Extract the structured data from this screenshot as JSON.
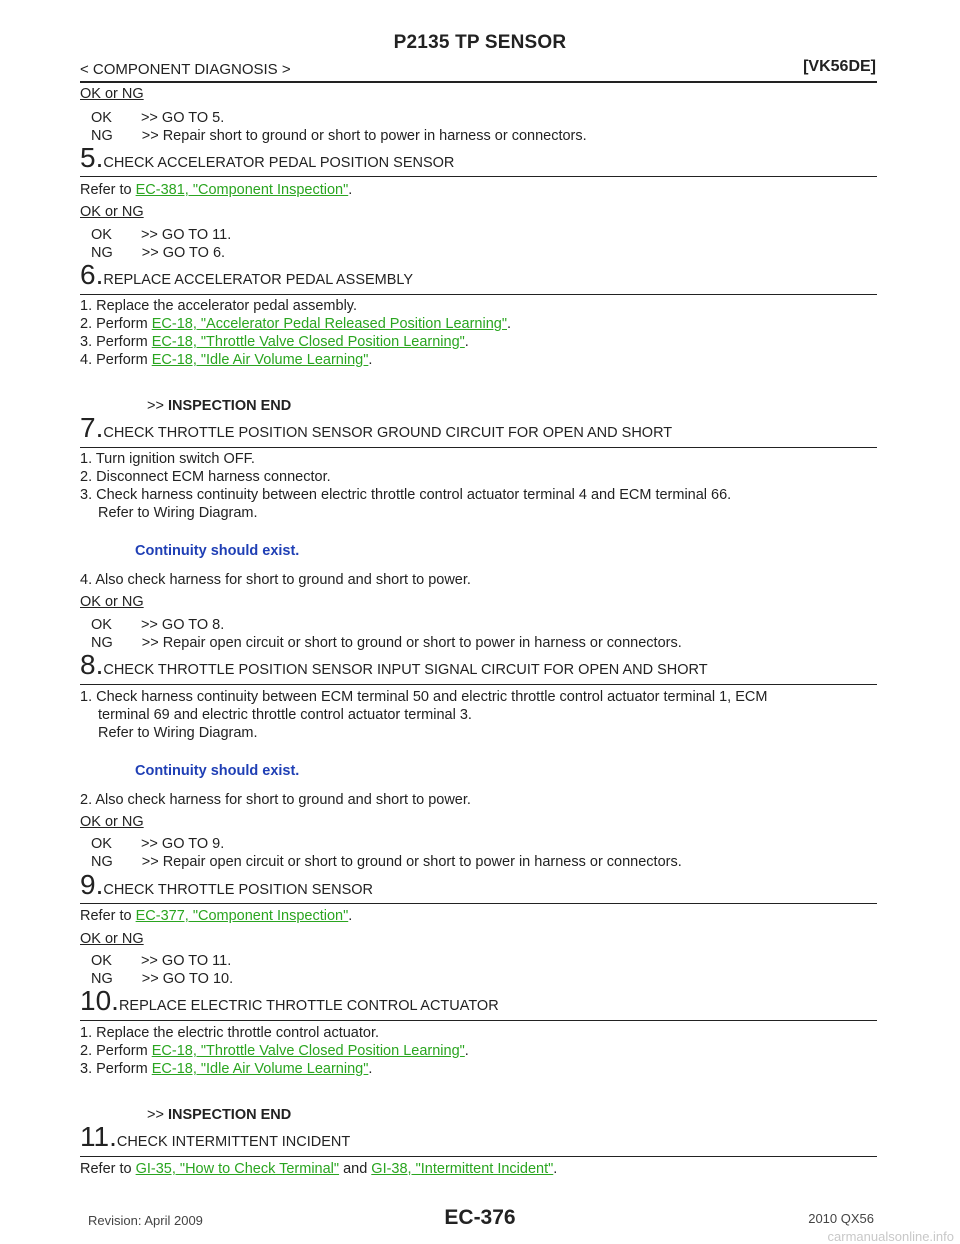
{
  "header": {
    "title": "P2135 TP SENSOR",
    "section": "< COMPONENT DIAGNOSIS >",
    "engine": "[VK56DE]"
  },
  "content": {
    "ok_ng_top": "OK or NG",
    "ok_top": "OK  >> GO TO 5.",
    "ng_top": "NG  >> Repair short to ground or short to power in harness or connectors.",
    "s5_num": "5.",
    "s5_title": "CHECK ACCELERATOR PEDAL POSITION SENSOR",
    "s5_refer": "Refer to ",
    "s5_link": "EC-381, \"Component Inspection\"",
    "s5_ok_ng": "OK or NG",
    "s5_ok": "OK  >> GO TO 11.",
    "s5_ng": "NG  >> GO TO 6.",
    "s6_num": "6.",
    "s6_title": "REPLACE ACCELERATOR PEDAL ASSEMBLY",
    "s6_i1": "1. Replace the accelerator pedal assembly.",
    "s6_i2_pre": "2. Perform ",
    "s6_i2_link": "EC-18, \"Accelerator Pedal Released Position Learning\"",
    "s6_i3_pre": "3. Perform ",
    "s6_i3_link": "EC-18, \"Throttle Valve Closed Position Learning\"",
    "s6_i4_pre": "4. Perform ",
    "s6_i4_link": "EC-18, \"Idle Air Volume Learning\"",
    "s6_end_pre": ">> ",
    "s6_end": "INSPECTION END",
    "s7_num": "7.",
    "s7_title": "CHECK THROTTLE POSITION SENSOR GROUND CIRCUIT FOR OPEN AND SHORT",
    "s7_i1": "1. Turn ignition switch OFF.",
    "s7_i2": "2. Disconnect ECM harness connector.",
    "s7_i3": "3. Check harness continuity between electric throttle control actuator terminal 4 and ECM terminal 66.",
    "s7_i3b": "Refer to Wiring Diagram.",
    "s7_cont": "Continuity should exist.",
    "s7_i4": "4. Also check harness for short to ground and short to power.",
    "s7_ok_ng": "OK or NG",
    "s7_ok": "OK  >> GO TO 8.",
    "s7_ng": "NG  >> Repair open circuit or short to ground or short to power in harness or connectors.",
    "s8_num": "8.",
    "s8_title": "CHECK THROTTLE POSITION SENSOR INPUT SIGNAL CIRCUIT FOR OPEN AND SHORT",
    "s8_i1": "1. Check harness continuity between ECM terminal 50 and electric throttle control actuator terminal 1, ECM",
    "s8_i1b": "terminal 69 and electric throttle control actuator terminal 3.",
    "s8_i1c": "Refer to Wiring Diagram.",
    "s8_cont": "Continuity should exist.",
    "s8_i2": "2. Also check harness for short to ground and short to power.",
    "s8_ok_ng": "OK or NG",
    "s8_ok": "OK  >> GO TO 9.",
    "s8_ng": "NG  >> Repair open circuit or short to ground or short to power in harness or connectors.",
    "s9_num": "9.",
    "s9_title": "CHECK THROTTLE POSITION SENSOR",
    "s9_refer": "Refer to ",
    "s9_link": "EC-377, \"Component Inspection\"",
    "s9_ok_ng": "OK or NG",
    "s9_ok": "OK  >> GO TO 11.",
    "s9_ng": "NG  >> GO TO 10.",
    "s10_num": "10.",
    "s10_title": "REPLACE ELECTRIC THROTTLE CONTROL ACTUATOR",
    "s10_i1": "1. Replace the electric throttle control actuator.",
    "s10_i2_pre": "2. Perform ",
    "s10_i2_link": "EC-18, \"Throttle Valve Closed Position Learning\"",
    "s10_i3_pre": "3. Perform ",
    "s10_i3_link": "EC-18, \"Idle Air Volume Learning\"",
    "s10_end_pre": ">> ",
    "s10_end": "INSPECTION END",
    "s11_num": "11.",
    "s11_title": "CHECK INTERMITTENT INCIDENT",
    "s11_refer": "Refer to ",
    "s11_link1": "GI-35, \"How to Check Terminal\"",
    "s11_and": " and ",
    "s11_link2": "GI-38, \"Intermittent Incident\"",
    "period": "."
  },
  "footer": {
    "page": "EC-376",
    "revision": "Revision: April 2009",
    "model": "2010 QX56",
    "watermark": "carmanualsonline.info"
  }
}
